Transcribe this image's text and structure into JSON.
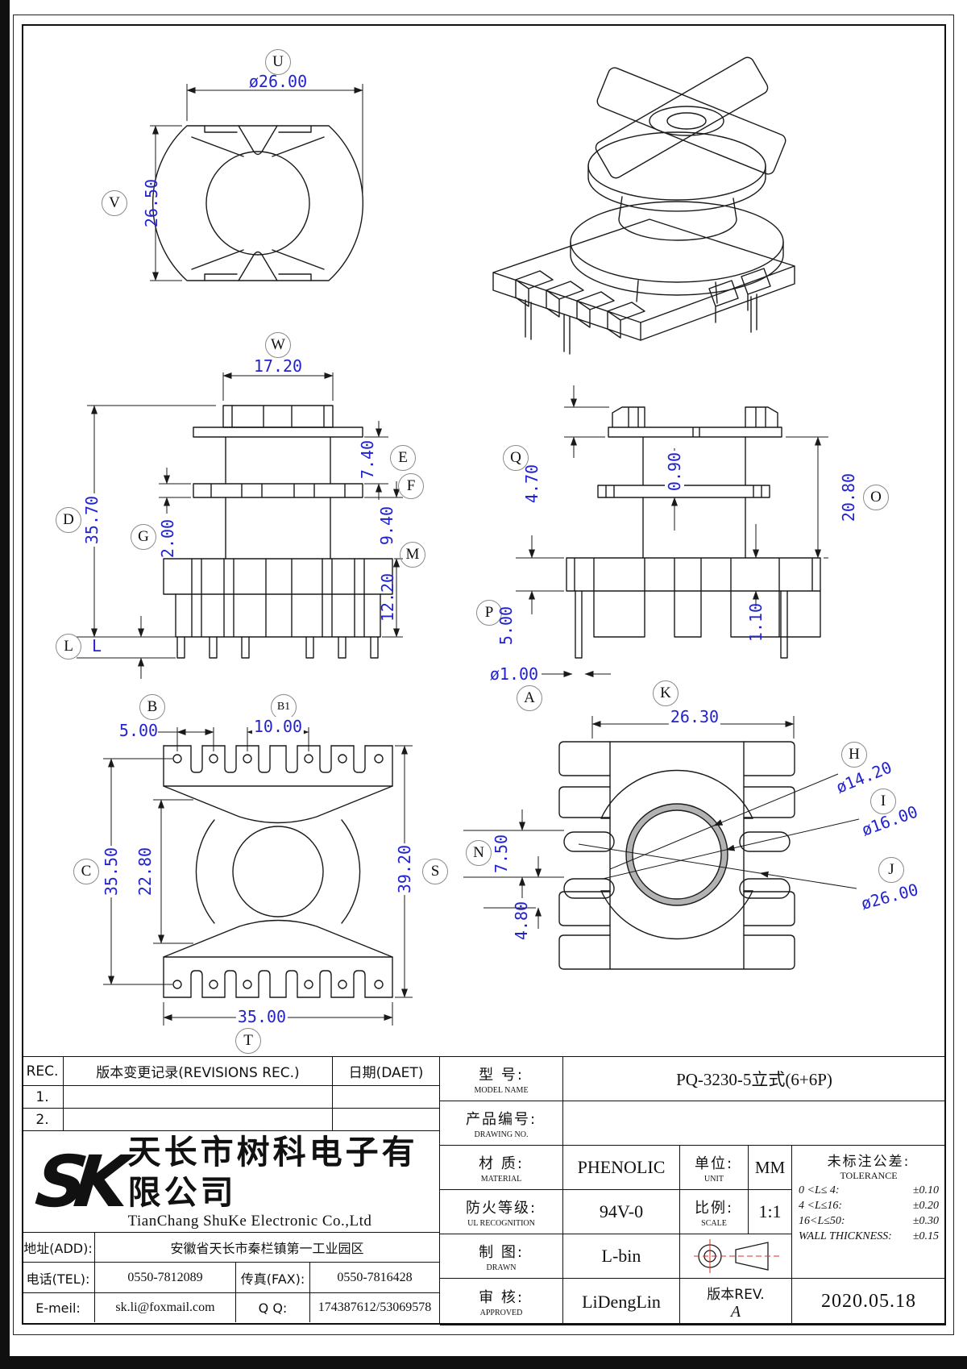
{
  "colors": {
    "line": "#1a1a1a",
    "dim_text": "#2323cd",
    "accent_red": "#d93025",
    "ring_gray": "#b3b3b3"
  },
  "balloons": {
    "U": "U",
    "V": "V",
    "W": "W",
    "D": "D",
    "E": "E",
    "F": "F",
    "G": "G",
    "M": "M",
    "L": "L",
    "Q": "Q",
    "O": "O",
    "P": "P",
    "A": "A",
    "B": "B",
    "B1": "B1",
    "C": "C",
    "S": "S",
    "T": "T",
    "K": "K",
    "N": "N",
    "H": "H",
    "I": "I",
    "J": "J"
  },
  "dims": {
    "u": "ø26.00",
    "v": "26.50",
    "w": "17.20",
    "d": "35.70",
    "e": "7.40",
    "g": "2.00",
    "f": "9.40",
    "m": "12.20",
    "l": "L",
    "q": "4.70",
    "f09": "0.90",
    "o": "20.80",
    "p": "5.00",
    "f11": "1.10",
    "a": "ø1.00",
    "b": "5.00",
    "b1": "10.00",
    "c": "35.50",
    "c2": "22.80",
    "s": "39.20",
    "t": "35.00",
    "k": "26.30",
    "n1": "7.50",
    "n2": "4.80",
    "h": "ø14.20",
    "i": "ø16.00",
    "j": "ø26.00"
  },
  "revisions": {
    "header": [
      "REC.",
      "版本变更记录(REVISIONS REC.)",
      "日期(DAET)"
    ],
    "rows": [
      "1.",
      "2."
    ]
  },
  "company": {
    "logo": "SK",
    "name_cn": "天长市树科电子有限公司",
    "name_en": "TianChang ShuKe Electronic Co.,Ltd",
    "addr_label": "地址(ADD):",
    "addr": "安徽省天长市秦栏镇第一工业园区",
    "tel_label": "电话(TEL):",
    "tel": "0550-7812089",
    "fax_label": "传真(FAX):",
    "fax": "0550-7816428",
    "email_label": "E-meil:",
    "email": "sk.li@foxmail.com",
    "qq_label": "Q Q:",
    "qq": "174387612/53069578"
  },
  "title_block": {
    "model": {
      "cn": "型  号:",
      "en": "MODEL NAME",
      "value": "PQ-3230-5立式(6+6P)"
    },
    "drawing_no": {
      "cn": "产品编号:",
      "en": "DRAWING NO.",
      "value": ""
    },
    "material": {
      "cn": "材  质:",
      "en": "MATERIAL",
      "value": "PHENOLIC"
    },
    "unit": {
      "cn": "单位:",
      "en": "UNIT",
      "value": "MM"
    },
    "ul": {
      "cn": "防火等级:",
      "en": "UL RECOGNITION",
      "value": "94V-0"
    },
    "scale": {
      "cn": "比例:",
      "en": "SCALE",
      "value": "1:1"
    },
    "drawn": {
      "cn": "制  图:",
      "en": "DRAWN",
      "value": "L-bin"
    },
    "approved": {
      "cn": "审  核:",
      "en": "APPROVED",
      "value": "LiDengLin"
    },
    "rev": {
      "cn": "版本REV.",
      "value": "A"
    },
    "date": "2020.05.18",
    "tolerance": {
      "title_cn": "未标注公差:",
      "title_en": "TOLERANCE",
      "rows": [
        [
          "0 <L≤ 4:",
          "±0.10"
        ],
        [
          "4 <L≤16:",
          "±0.20"
        ],
        [
          "16<L≤50:",
          "±0.30"
        ],
        [
          "WALL THICKNESS:",
          "±0.15"
        ]
      ]
    }
  }
}
